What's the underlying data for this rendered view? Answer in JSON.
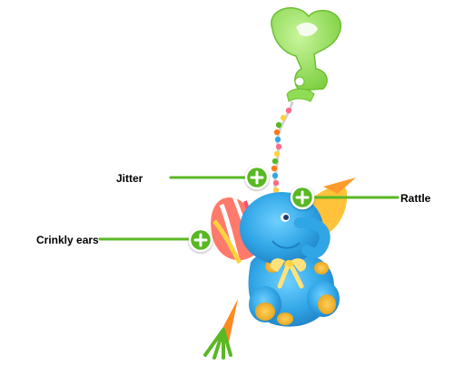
{
  "callouts": {
    "jitter": {
      "label": "Jitter"
    },
    "rattle": {
      "label": "Rattle"
    },
    "crinkly_ears": {
      "label": "Crinkly ears"
    }
  },
  "icons": {
    "hotspot": "plus-icon"
  },
  "colors": {
    "accent_green": "#59b824",
    "clip_green": "#9be36a",
    "elephant_blue": "#31a6e6",
    "label_text": "#000000"
  }
}
